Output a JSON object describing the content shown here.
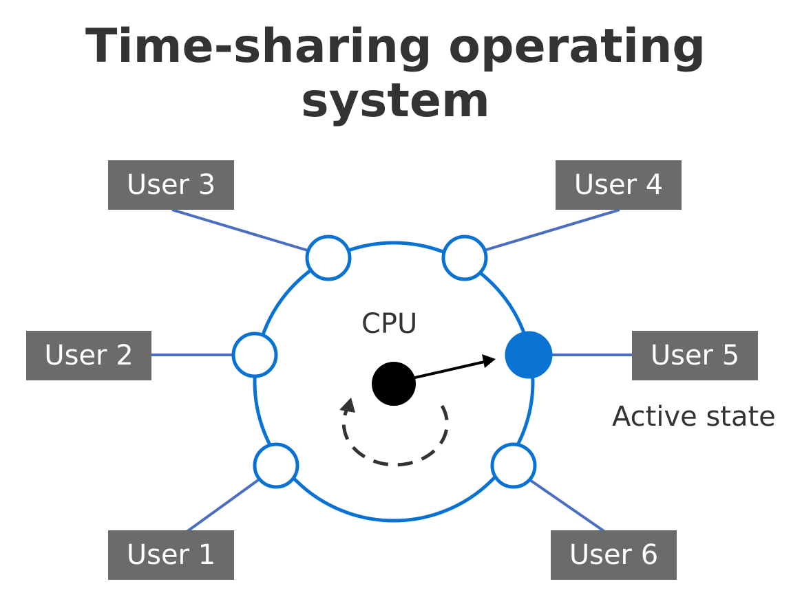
{
  "title": "Time-sharing operating system",
  "cpu_label": "CPU",
  "active_label": "Active state",
  "users": [
    "User 1",
    "User 2",
    "User 3",
    "User 4",
    "User 5",
    "User 6"
  ],
  "active_user": "User 5",
  "colors": {
    "ring": "#0a72d2",
    "connector_line": "#4a6fc0",
    "active_node": "#0a72d2",
    "user_box": "#6b6b6b",
    "title_text": "#333333"
  }
}
